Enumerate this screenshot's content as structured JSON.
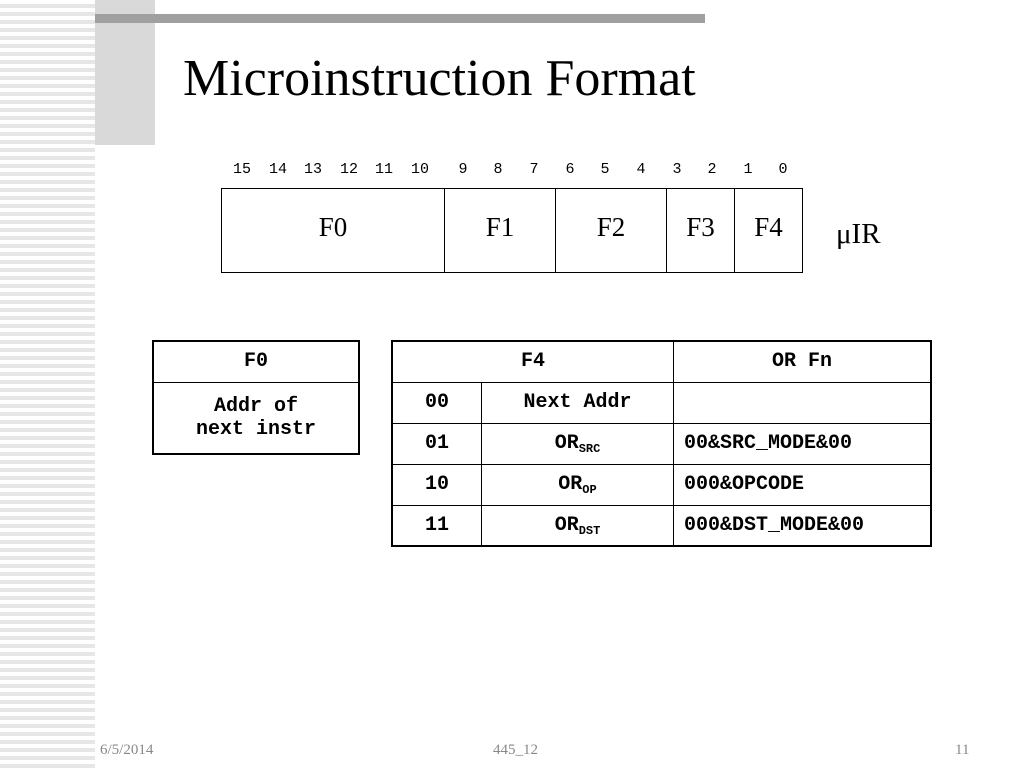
{
  "title": "Microinstruction Format",
  "bit_labels": [
    "15",
    "14",
    "13",
    "12",
    "11",
    "10",
    "9",
    "8",
    "7",
    "6",
    "5",
    "4",
    "3",
    "2",
    "1",
    "0"
  ],
  "format_fields": [
    "F0",
    "F1",
    "F2",
    "F3",
    "F4"
  ],
  "register_label": "μIR",
  "f0_table": {
    "header": "F0",
    "line1": "Addr of",
    "line2": "next instr"
  },
  "f4_table": {
    "header_f4": "F4",
    "header_or_fn": "OR Fn",
    "rows": [
      {
        "code": "00",
        "name": "Next Addr",
        "name_sub": "",
        "fn": ""
      },
      {
        "code": "01",
        "name": "OR",
        "name_sub": "SRC",
        "fn": "00&SRC_MODE&00"
      },
      {
        "code": "10",
        "name": "OR",
        "name_sub": "OP",
        "fn": "000&OPCODE"
      },
      {
        "code": "11",
        "name": "OR",
        "name_sub": "DST",
        "fn": "000&DST_MODE&00"
      }
    ]
  },
  "footer": {
    "date": "6/5/2014",
    "course": "445_12",
    "page": "11"
  }
}
